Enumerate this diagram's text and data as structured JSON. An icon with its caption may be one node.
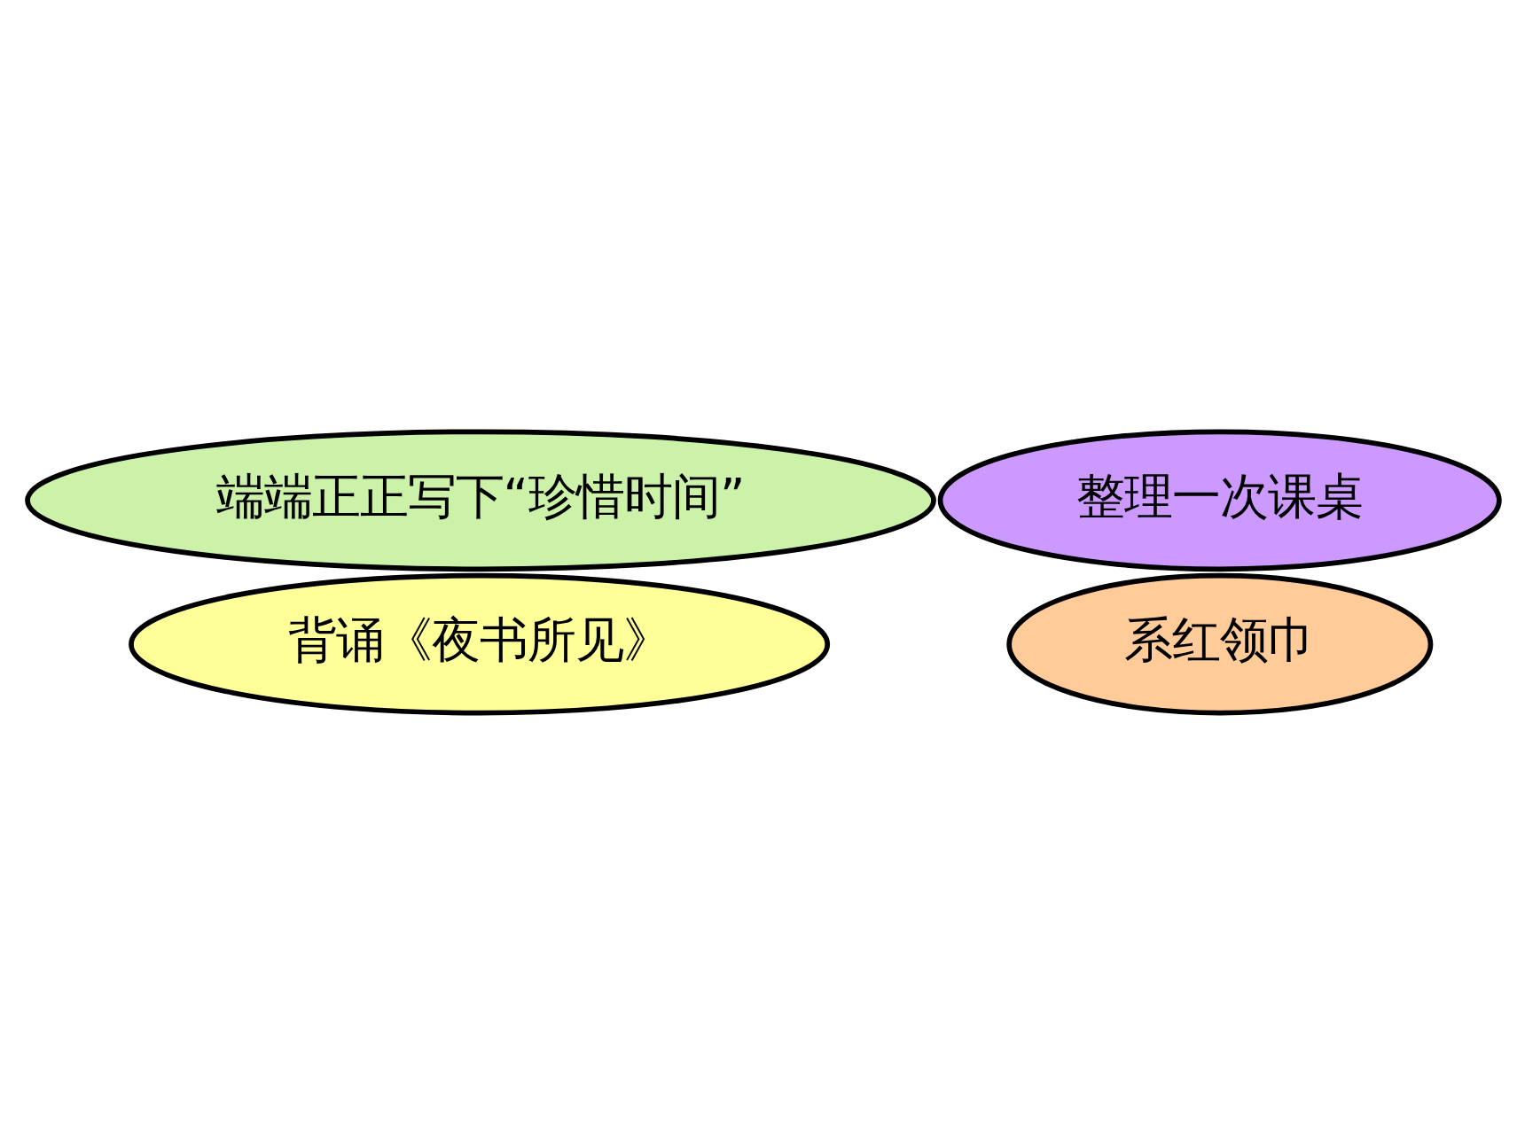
{
  "diagram": {
    "nodes": [
      {
        "text": [
          "端端正正写下“珍惜时间”"
        ]
      },
      {
        "text": [
          "整理一次课桌"
        ]
      },
      {
        "text": [
          "系红领巾"
        ]
      },
      {
        "text": [
          "背诵《夜书所见》"
        ]
      }
    ]
  }
}
